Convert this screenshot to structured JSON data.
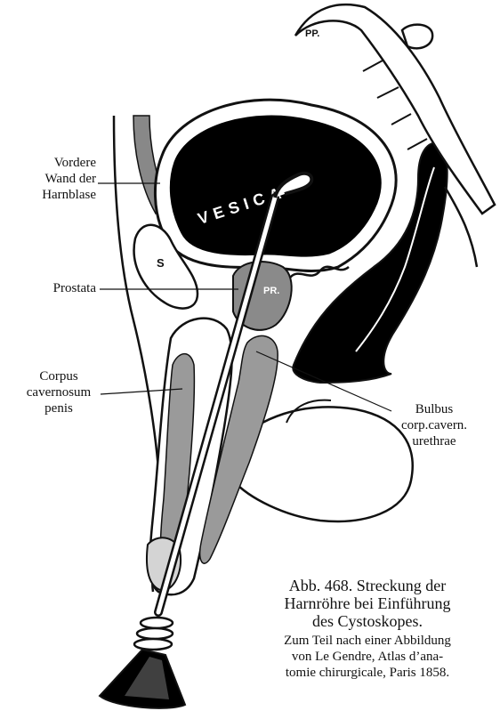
{
  "labels": {
    "vordere_wand": [
      "Vordere",
      "Wand der",
      "Harnblase"
    ],
    "prostata": "Prostata",
    "corpus_cavernosum": [
      "Corpus",
      "cavernosum",
      "penis"
    ],
    "bulbus": [
      "Bulbus",
      "corp.cavern.",
      "urethrae"
    ]
  },
  "inner_labels": {
    "vesica": "VESICA",
    "s": "S",
    "pr": "PR.",
    "pp": "PP."
  },
  "caption": {
    "title_lines": [
      "Abb. 468. Streckung der",
      "Harnröhre bei Einführung",
      "des Cystoskopes."
    ],
    "source_lines": [
      "Zum Teil nach einer Abbildung",
      "von Le Gendre, Atlas d’ana-",
      "tomie chirurgicale, Paris 1858."
    ]
  }
}
